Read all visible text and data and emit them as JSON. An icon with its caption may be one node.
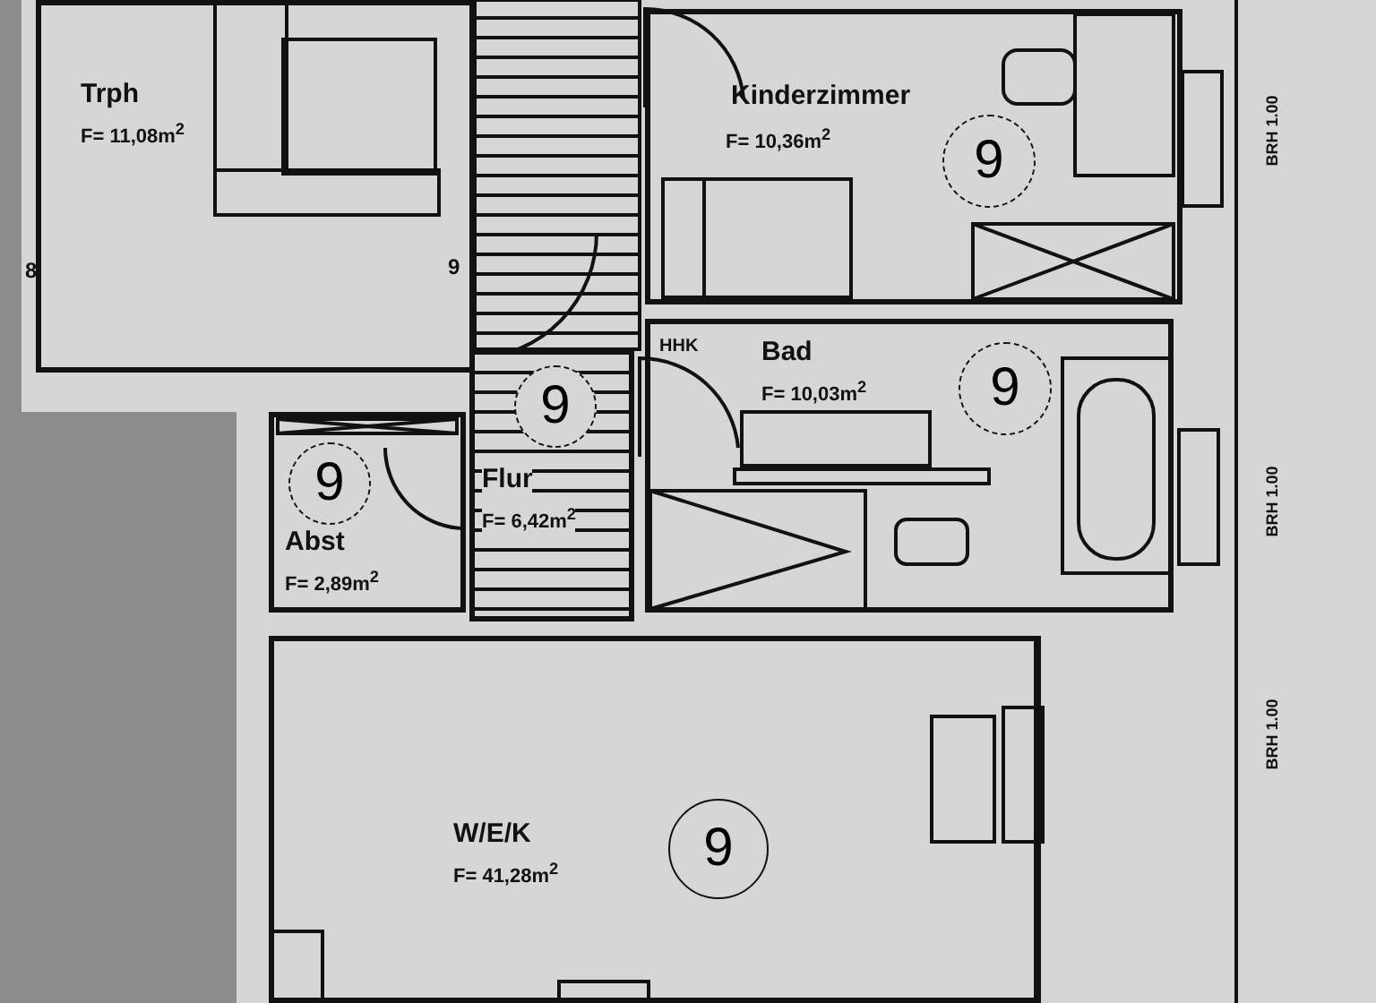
{
  "diagram": {
    "nodes": [
      {
        "text": [
          "Trph",
          "F= 11,08m$^{2}$"
        ]
      },
      {
        "text": [
          "Kinderzimmer",
          "F= 10,36m$^{2}$"
        ]
      },
      {
        "text": [
          "9"
        ],
        "in": 1
      },
      {
        "text": [
          "Bad",
          "F= 10,03m$^{2}$"
        ]
      },
      {
        "text": [
          "9"
        ],
        "in": 3
      },
      {
        "text": [
          "Flur",
          "F= 6,42m$^{2}$"
        ]
      },
      {
        "text": [
          "9"
        ],
        "in": 5
      },
      {
        "text": [
          "Abst",
          "F= 2,89m$^{2}$"
        ]
      },
      {
        "text": [
          "9"
        ],
        "in": 7
      },
      {
        "text": [
          "W/E/K",
          "F= 41,28m$^{2}$"
        ]
      },
      {
        "text": [
          "9"
        ],
        "in": 9
      }
    ],
    "labels": [
      "8",
      "9",
      "BRH 1.00",
      "HHK",
      "BRH 1.00",
      "BRH 1.00"
    ]
  }
}
